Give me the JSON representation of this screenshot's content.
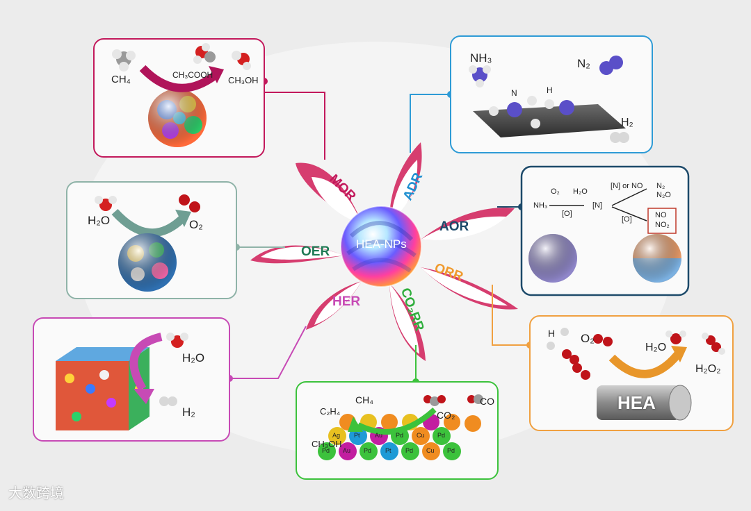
{
  "center": {
    "label": "HEA-NPs"
  },
  "reactions": {
    "mor": {
      "label": "MOR",
      "color": "#c2185b"
    },
    "adr": {
      "label": "ADR",
      "color": "#1e8fd0"
    },
    "aor": {
      "label": "AOR",
      "color": "#1d4a6a"
    },
    "orr": {
      "label": "ORR",
      "color": "#f09a2d"
    },
    "co2rr": {
      "label": "CO₂RR",
      "color": "#2fae3c"
    },
    "her": {
      "label": "HER",
      "color": "#c74ab5"
    },
    "oer": {
      "label": "OER",
      "color": "#1f7a55"
    }
  },
  "panels": {
    "mor": {
      "ch4": "CH₄",
      "ch3cooh": "CH₃COOH",
      "ch3oh": "CH₃OH"
    },
    "adr": {
      "nh3": "NH₃",
      "n2": "N₂",
      "n": "N",
      "h": "H",
      "h2": "H₂"
    },
    "aor": {
      "o2": "O₂",
      "h2o": "H₂O",
      "nh3": "NH₃",
      "o_bracket": "[O]",
      "n_bracket": "[N]",
      "n_or_no": "[N] or NO",
      "o_bracket2": "[O]",
      "n2": "N₂",
      "n2o": "N₂O",
      "no": "NO",
      "no2": "NO₂"
    },
    "oer": {
      "h2o": "H₂O",
      "o2": "O₂"
    },
    "her": {
      "h2o": "H₂O",
      "h2": "H₂"
    },
    "co2rr": {
      "ch4": "CH₄",
      "c2h4": "C₂H₄",
      "co2": "CO₂",
      "co": "CO",
      "ch3oh": "CH₃OH",
      "metals_row1": [
        "Ag",
        "Pt",
        "Au",
        "Pd",
        "Cu",
        "Pd"
      ],
      "metals_row2": [
        "Pd",
        "Au",
        "Pd",
        "Pt",
        "Pd",
        "Cu",
        "Pd"
      ]
    },
    "orr": {
      "h": "H",
      "o2": "O₂",
      "h2o": "H₂O",
      "h2o2": "H₂O₂",
      "hea": "HEA"
    }
  },
  "watermark": "大数跨境",
  "colors": {
    "mor": "#c2185b",
    "adr": "#2e9bd6",
    "aor": "#1d4a6a",
    "orr": "#f0a040",
    "co2rr": "#3cc23c",
    "her": "#c74ab5",
    "oer": "#8fb3a8"
  }
}
